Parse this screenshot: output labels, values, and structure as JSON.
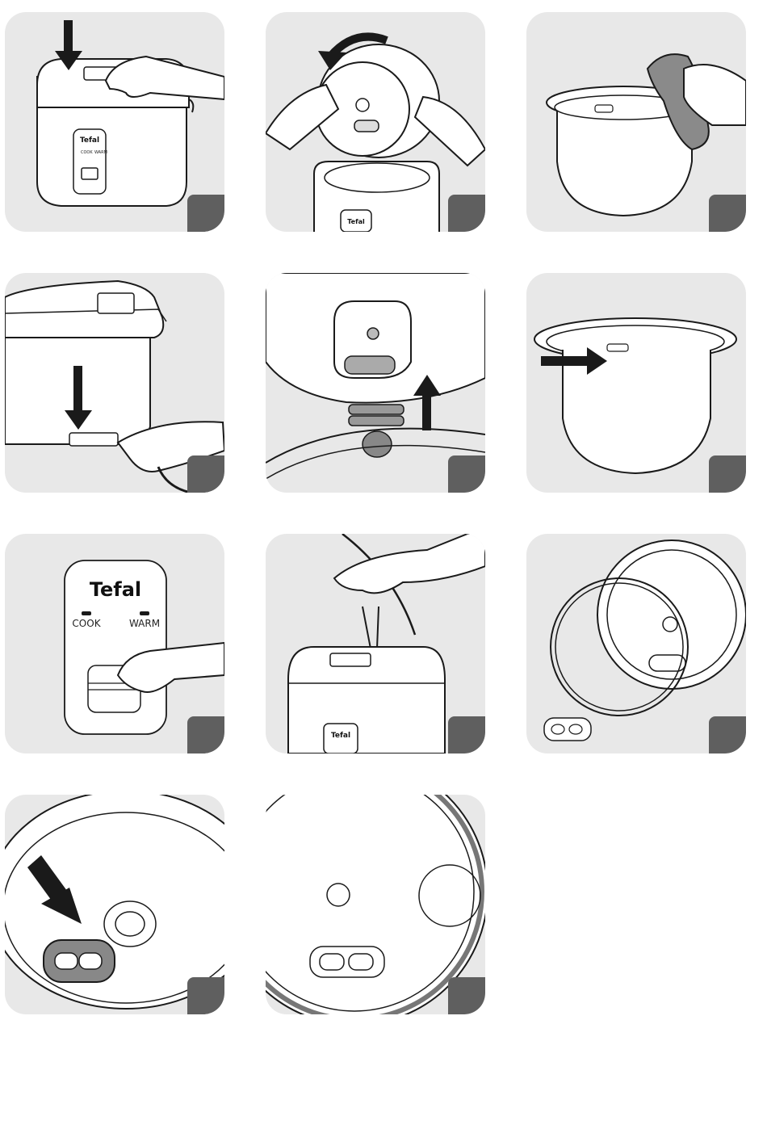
{
  "brand": "Tefal",
  "controls": {
    "cook": "COOK",
    "warm": "WARM"
  },
  "colors": {
    "panel_bg": "#e8e8e8",
    "badge": "#5f5f5f",
    "line": "#1a1a1a",
    "accent_gray": "#8a8a8a"
  },
  "panels": [
    {
      "name": "press-lid-release",
      "icon": "down-arrow-icon"
    },
    {
      "name": "remove-inner-lid",
      "icon": "rotate-arrow-icon"
    },
    {
      "name": "wipe-bowl",
      "icon": "cloth-icon"
    },
    {
      "name": "unplug-cord",
      "icon": "down-arrow-icon"
    },
    {
      "name": "lift-valve",
      "icon": "up-arrow-icon"
    },
    {
      "name": "insert-bowl",
      "icon": "right-arrow-icon"
    },
    {
      "name": "press-cook-switch"
    },
    {
      "name": "clean-steam-vent"
    },
    {
      "name": "lid-parts-exploded"
    },
    {
      "name": "fit-valve-to-lid",
      "icon": "down-left-arrow-icon"
    },
    {
      "name": "lid-assembled-with-gasket"
    }
  ]
}
